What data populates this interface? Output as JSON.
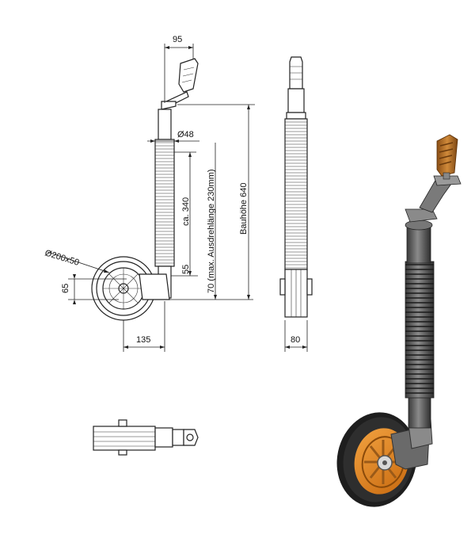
{
  "dimensions": {
    "handle_offset": "95",
    "tube_diameter": "Ø48",
    "crank_travel": "ca. 340",
    "max_crank_length": "70 (max. Ausdrehlänge 230mm)",
    "build_height": "Bauhöhe 640",
    "wheel_size": "Ø200x50",
    "wheel_offset_height": "65",
    "lower_55": "55",
    "wheel_width_side": "135",
    "wheel_width_front": "80"
  },
  "colors": {
    "line": "#222222",
    "tube": "#6b6b6b",
    "tube_dark": "#3a3a3a",
    "rim": "#e0871a",
    "handle": "#b8722a",
    "tire": "#2a2a2a"
  }
}
